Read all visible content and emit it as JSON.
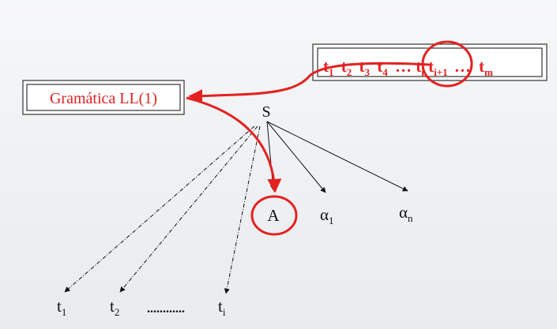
{
  "grammar_box": {
    "label": "Gramática LL(1)"
  },
  "input_string": {
    "tokens": [
      {
        "base": "t",
        "sub": "1"
      },
      {
        "base": "t",
        "sub": "2"
      },
      {
        "base": "t",
        "sub": "3"
      },
      {
        "base": "t",
        "sub": "4"
      },
      {
        "base": "…",
        "sub": ""
      },
      {
        "base": "t",
        "sub": "i"
      },
      {
        "base": "t",
        "sub": "i+1"
      },
      {
        "base": "…",
        "sub": ""
      },
      {
        "base": "t",
        "sub": "m"
      }
    ]
  },
  "tree": {
    "root": "S",
    "children": [
      {
        "base": "A",
        "sub": ""
      },
      {
        "base": "α",
        "sub": "1"
      },
      {
        "base": "α",
        "sub": "n"
      }
    ],
    "leaves": [
      {
        "base": "t",
        "sub": "1"
      },
      {
        "base": "t",
        "sub": "2"
      },
      {
        "base": "t",
        "sub": "i"
      }
    ],
    "leaf_ellipsis": "............"
  },
  "colors": {
    "accent": "#e32121",
    "ink": "#111111",
    "box_border": "#333333"
  }
}
